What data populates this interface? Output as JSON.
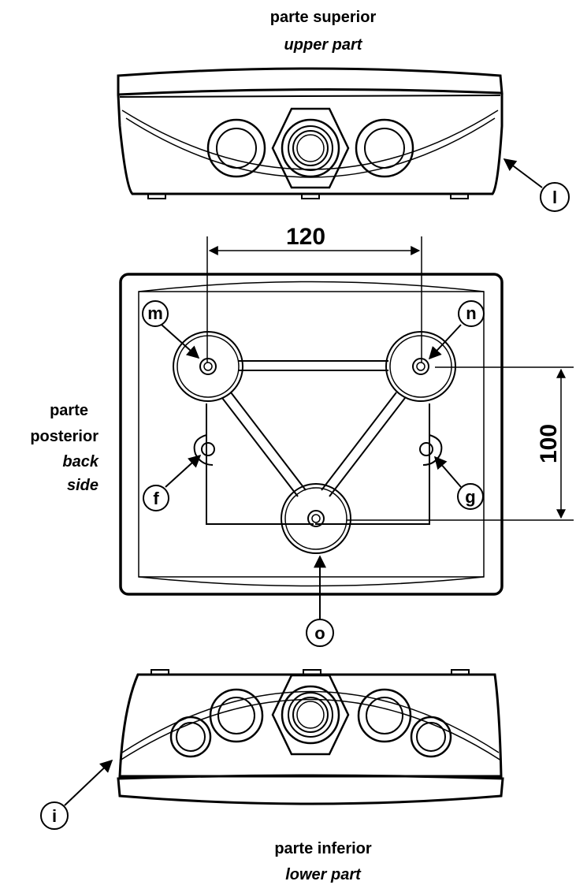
{
  "top_view": {
    "title": "parte superior",
    "subtitle": "upper part"
  },
  "bottom_view": {
    "title": "parte inferior",
    "subtitle": "lower part"
  },
  "back_view": {
    "title_line1": "parte",
    "title_line2": "posterior",
    "subtitle_line1": "back",
    "subtitle_line2": "side"
  },
  "dimensions": {
    "horizontal": "120",
    "vertical": "100"
  },
  "callouts": {
    "l": "l",
    "m": "m",
    "n": "n",
    "f": "f",
    "g": "g",
    "o": "o",
    "i": "i"
  }
}
